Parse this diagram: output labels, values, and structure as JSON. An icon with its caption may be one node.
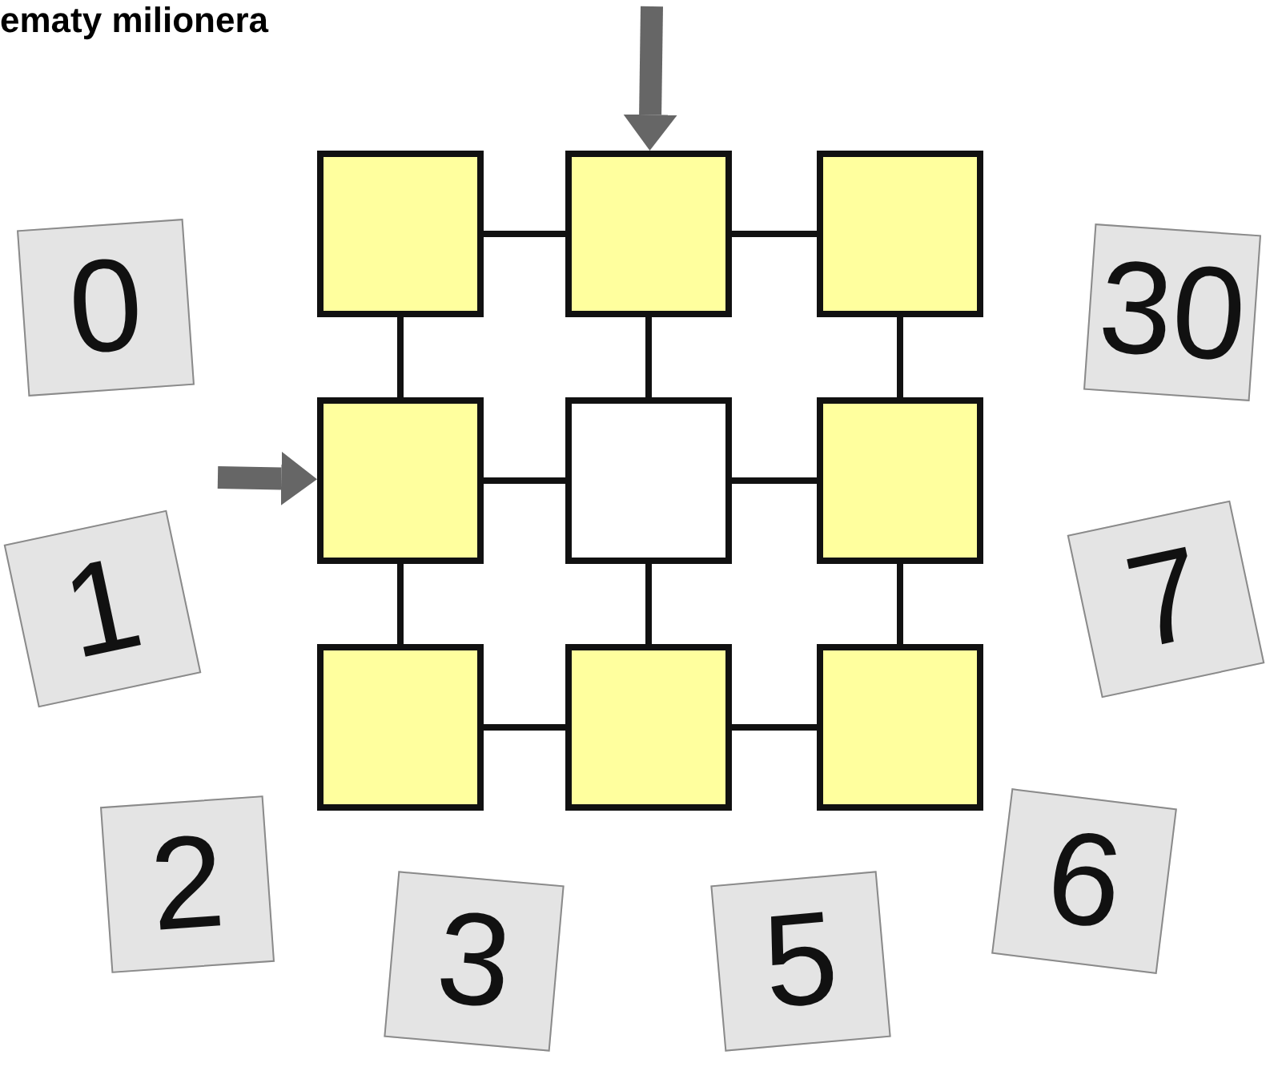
{
  "diagram": {
    "title": "ematy milionera",
    "nodes": [
      {
        "text": [],
        "shape": "box"
      },
      {
        "text": [],
        "shape": "box"
      },
      {
        "text": [],
        "shape": "box"
      },
      {
        "text": [],
        "shape": "box"
      },
      {
        "text": [],
        "shape": "box"
      },
      {
        "text": [],
        "shape": "box"
      },
      {
        "text": [],
        "shape": "box"
      },
      {
        "text": [],
        "shape": "box"
      },
      {
        "text": [],
        "shape": "box"
      },
      {
        "text": [
          "0"
        ]
      },
      {
        "text": [
          "30"
        ]
      },
      {
        "text": [
          "1"
        ]
      },
      {
        "text": [
          "7"
        ]
      },
      {
        "text": [
          "2"
        ]
      },
      {
        "text": [
          "6"
        ]
      },
      {
        "text": [
          "3"
        ]
      },
      {
        "text": [
          "5"
        ]
      }
    ],
    "edges": [
      {
        "from": 0,
        "to": 1,
        "arrow": "none"
      },
      {
        "from": 1,
        "to": 2,
        "arrow": "none"
      },
      {
        "from": 0,
        "to": 3,
        "arrow": "none"
      },
      {
        "from": 1,
        "to": 4,
        "arrow": "none"
      },
      {
        "from": 2,
        "to": 5,
        "arrow": "none"
      },
      {
        "from": 3,
        "to": 4,
        "arrow": "none"
      },
      {
        "from": 4,
        "to": 5,
        "arrow": "none"
      },
      {
        "from": 3,
        "to": 6,
        "arrow": "none"
      },
      {
        "from": 4,
        "to": 7,
        "arrow": "none"
      },
      {
        "from": 5,
        "to": 8,
        "arrow": "none"
      },
      {
        "from": 6,
        "to": 7,
        "arrow": "none"
      },
      {
        "from": 7,
        "to": 8,
        "arrow": "none"
      },
      {
        "from": null,
        "to": 1,
        "arrow": "to",
        "style": "thick",
        "color": "#666666"
      },
      {
        "from": null,
        "to": 3,
        "arrow": "to",
        "style": "thick",
        "color": "#666666"
      }
    ]
  }
}
